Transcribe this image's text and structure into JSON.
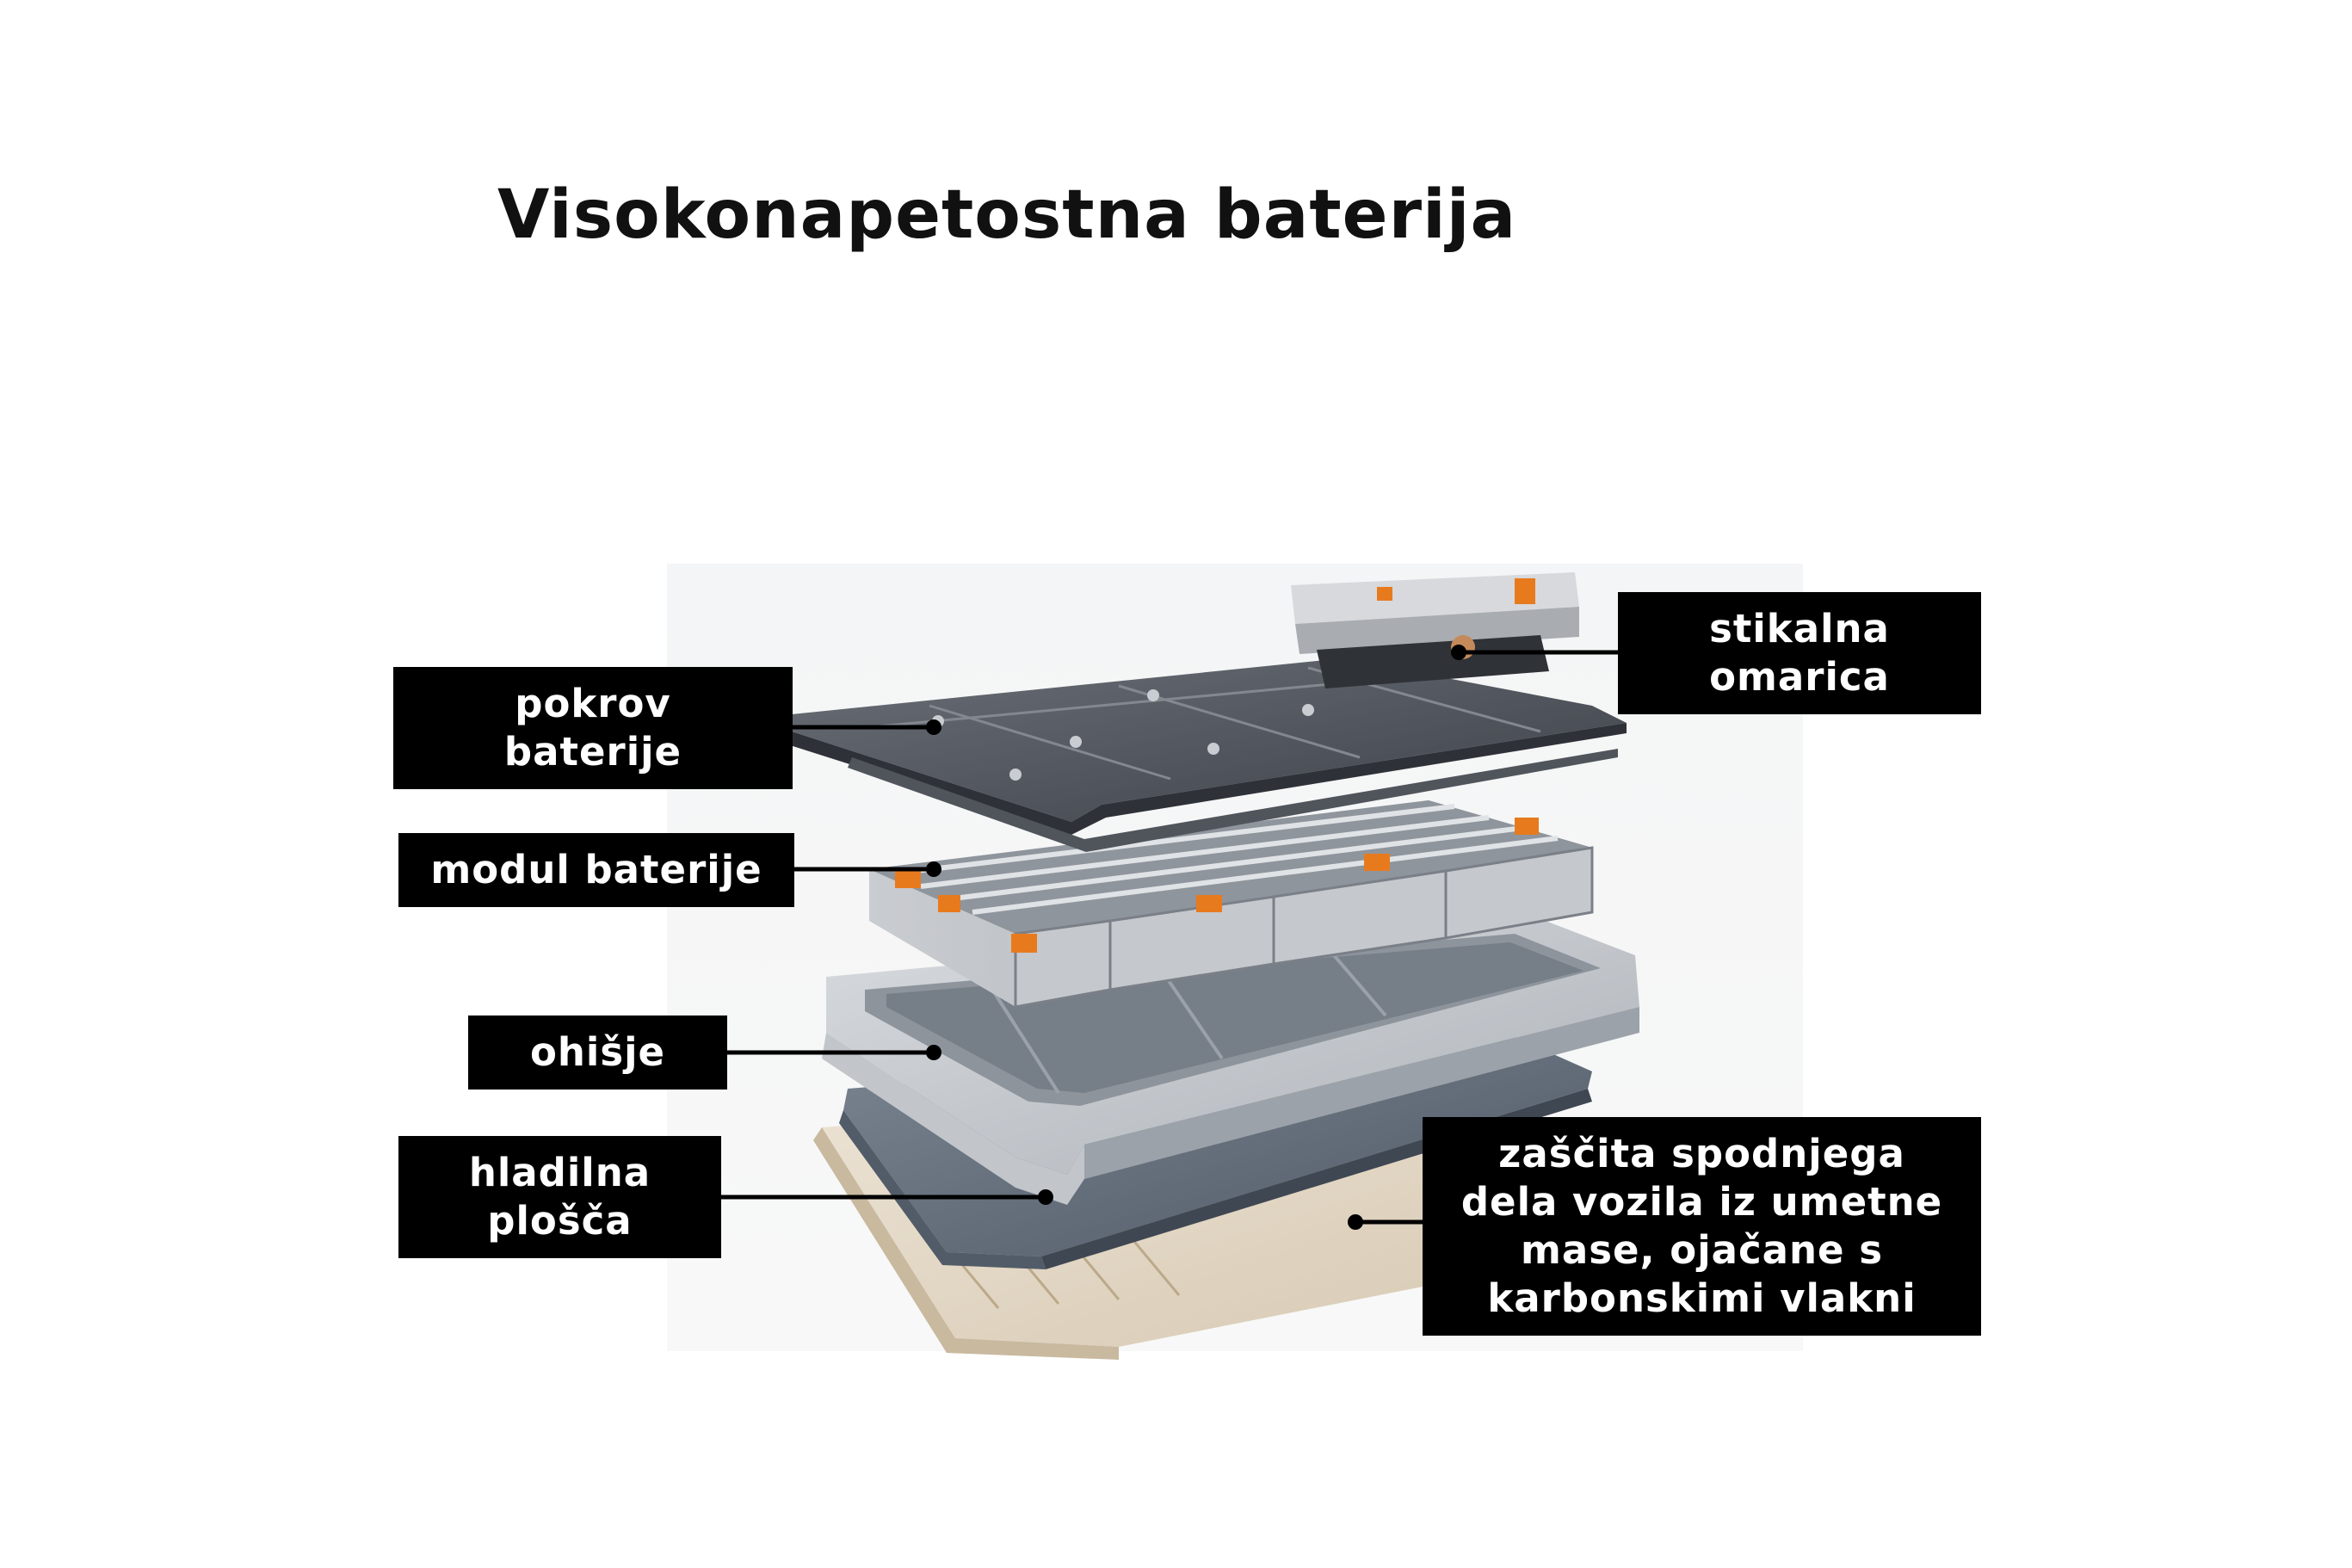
{
  "title": "Visokonapetostna baterija",
  "labels": {
    "switch_box": [
      "stikalna",
      "omarica"
    ],
    "battery_cover": [
      "pokrov",
      "baterije"
    ],
    "battery_module": [
      "modul baterije"
    ],
    "housing": [
      "ohišje"
    ],
    "cooling_plate": [
      "hladilna",
      "plošča"
    ],
    "underbody_protection": [
      "zaščita spodnjega",
      "dela vozila iz umetne",
      "mase, ojačane s",
      "karbonskimi vlakni"
    ]
  },
  "colors": {
    "label_background": "#000000",
    "label_text": "#ffffff",
    "leader_line": "#000000",
    "accent_orange": "#e87a1e"
  }
}
